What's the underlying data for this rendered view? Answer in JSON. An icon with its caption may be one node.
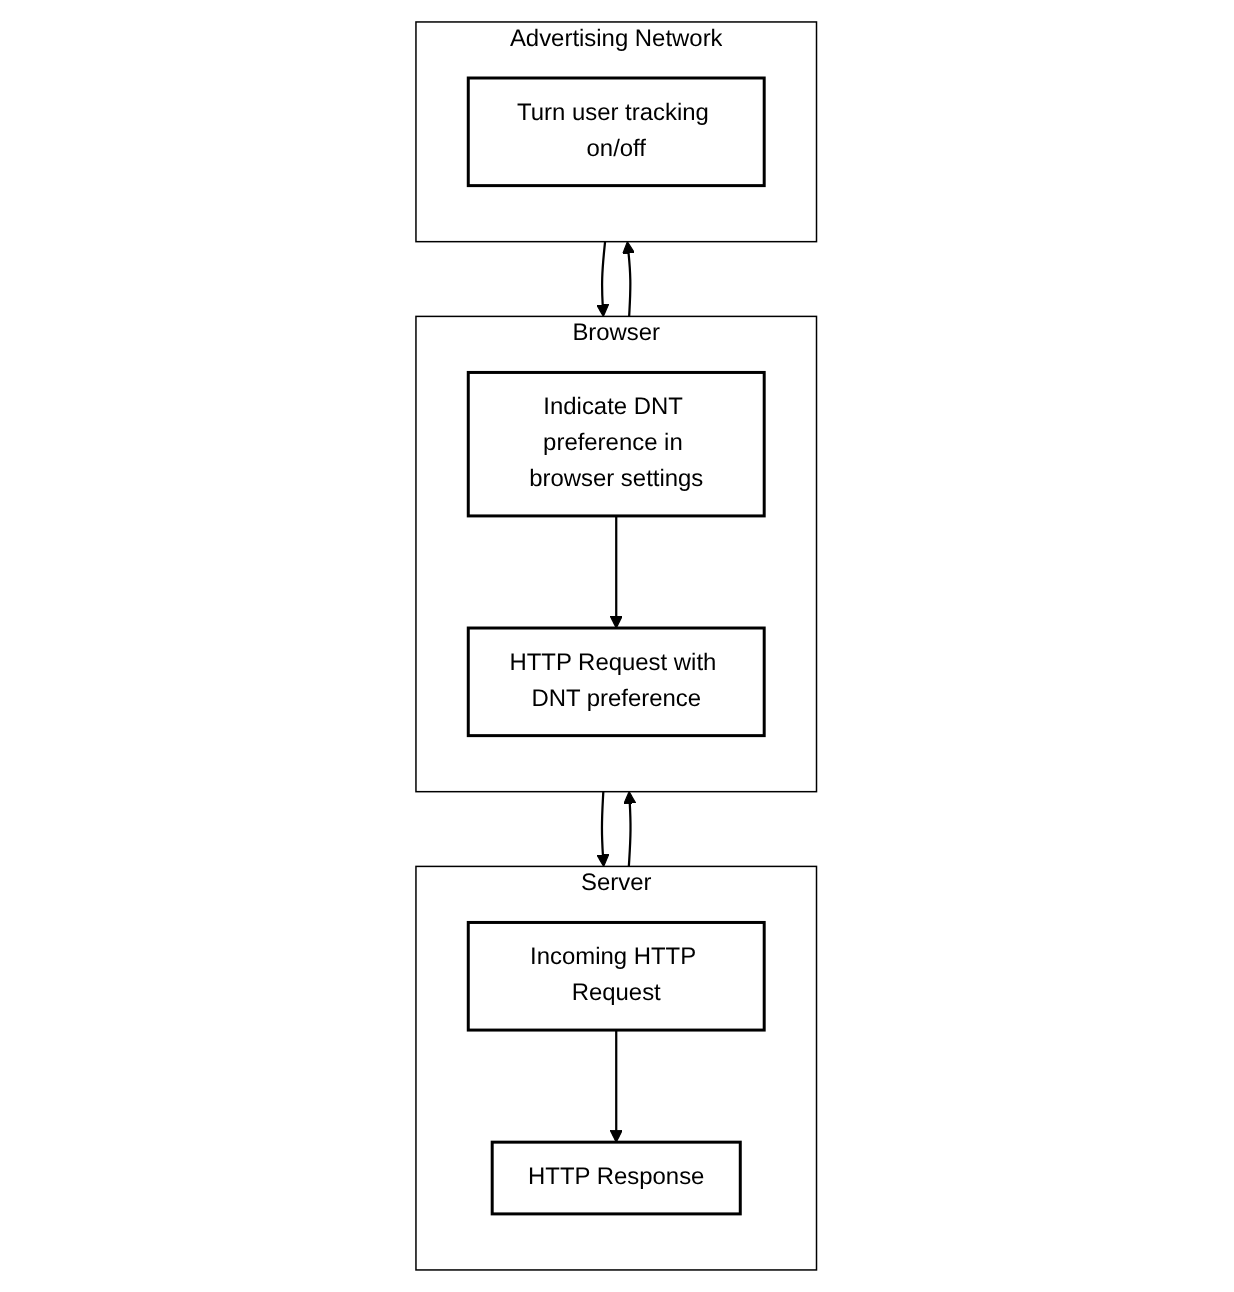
{
  "diagram": {
    "nodes": [
      {
        "text": [
          "Browser"
        ]
      },
      {
        "text": [
          "Indicate DNT preference in browser settings"
        ],
        "in": 0
      },
      {
        "text": [
          "HTTP Request with DNT preference"
        ],
        "in": 0
      },
      {
        "text": [
          "Server"
        ]
      },
      {
        "text": [
          "Incoming HTTP Request"
        ],
        "in": 3
      },
      {
        "text": [
          "HTTP Response"
        ],
        "in": 3
      },
      {
        "text": [
          "Advertising Network"
        ]
      },
      {
        "text": [
          "Turn user tracking on/off"
        ],
        "in": 6
      }
    ],
    "edges": [
      {
        "from": 1,
        "to": 2,
        "arrow": "to"
      },
      {
        "from": 4,
        "to": 5,
        "arrow": "to"
      },
      {
        "from": 0,
        "to": 3,
        "arrow": "to"
      },
      {
        "from": 3,
        "to": 0,
        "arrow": "to"
      },
      {
        "from": 0,
        "to": 6,
        "arrow": "to"
      },
      {
        "from": 6,
        "to": 0,
        "arrow": "to"
      }
    ]
  }
}
